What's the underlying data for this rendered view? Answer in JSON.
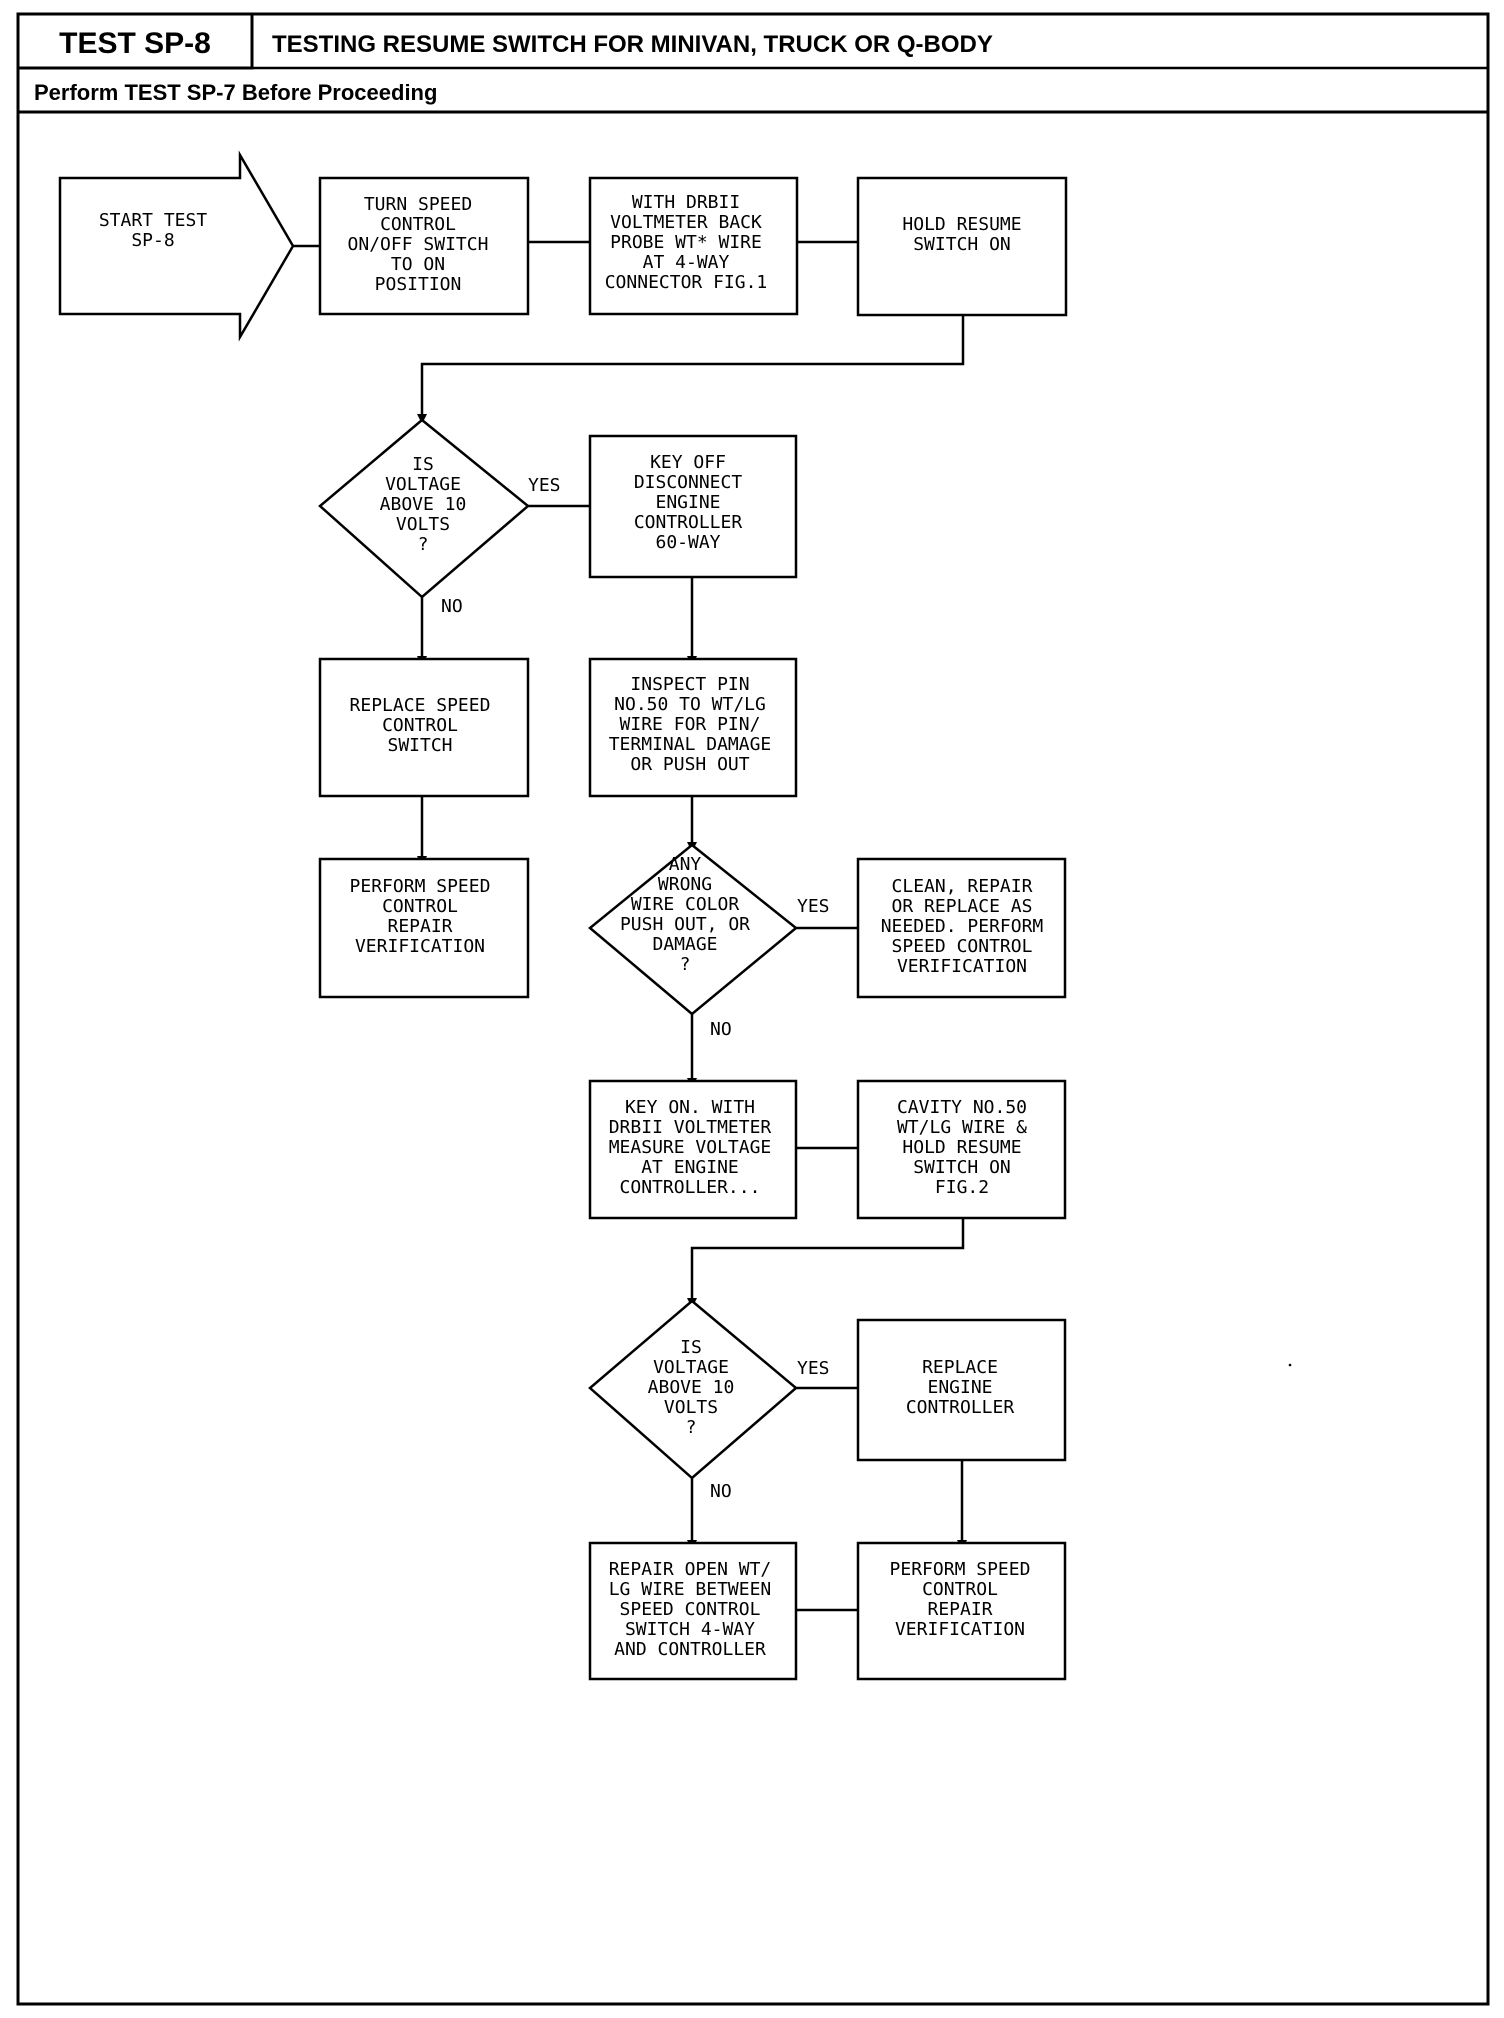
{
  "header": {
    "test_id": "TEST SP-8",
    "title": "TESTING RESUME SWITCH FOR MINIVAN, TRUCK OR Q-BODY",
    "prerequisite": "Perform TEST SP-7 Before Proceeding"
  },
  "nodes": {
    "start": [
      "START TEST",
      "SP-8"
    ],
    "turn_speed_control": [
      "TURN SPEED",
      "CONTROL",
      "ON/OFF SWITCH",
      "TO ON",
      "POSITION"
    ],
    "drbii_backprobe": [
      "WITH DRBII",
      "VOLTMETER BACK",
      "PROBE WT* WIRE",
      "AT 4-WAY",
      "CONNECTOR FIG.1"
    ],
    "hold_resume_1": [
      "HOLD RESUME",
      "SWITCH ON"
    ],
    "voltage_decision_1": [
      "IS",
      "VOLTAGE",
      "ABOVE 10",
      "VOLTS",
      "?"
    ],
    "key_off_disconnect": [
      "KEY OFF",
      "DISCONNECT",
      "ENGINE",
      "CONTROLLER",
      "60-WAY"
    ],
    "replace_switch": [
      "REPLACE SPEED",
      "CONTROL",
      "SWITCH"
    ],
    "inspect_pin": [
      "INSPECT PIN",
      "NO.50 TO WT/LG",
      "WIRE FOR PIN/",
      "TERMINAL DAMAGE",
      "OR PUSH OUT"
    ],
    "perform_repair_1": [
      "PERFORM SPEED",
      "CONTROL",
      "REPAIR",
      "VERIFICATION"
    ],
    "wire_decision": [
      "ANY",
      "WRONG",
      "WIRE COLOR",
      "PUSH OUT, OR",
      "DAMAGE",
      "?"
    ],
    "clean_repair": [
      "CLEAN, REPAIR",
      "OR REPLACE AS",
      "NEEDED. PERFORM",
      "SPEED CONTROL",
      "VERIFICATION"
    ],
    "key_on_measure": [
      "KEY ON. WITH",
      "DRBII VOLTMETER",
      "MEASURE VOLTAGE",
      "AT ENGINE",
      "CONTROLLER..."
    ],
    "cavity_hold": [
      "CAVITY NO.50",
      "WT/LG WIRE &",
      "HOLD RESUME",
      "SWITCH ON",
      "FIG.2"
    ],
    "voltage_decision_2": [
      "IS",
      "VOLTAGE",
      "ABOVE 10",
      "VOLTS",
      "?"
    ],
    "replace_controller": [
      "REPLACE",
      "ENGINE",
      "CONTROLLER"
    ],
    "repair_open_wire": [
      "REPAIR OPEN WT/",
      "LG WIRE BETWEEN",
      "SPEED CONTROL",
      "SWITCH 4-WAY",
      "AND CONTROLLER"
    ],
    "perform_repair_2": [
      "PERFORM SPEED",
      "CONTROL",
      "REPAIR",
      "VERIFICATION"
    ]
  },
  "branch_labels": {
    "yes": "YES",
    "no": "NO"
  }
}
